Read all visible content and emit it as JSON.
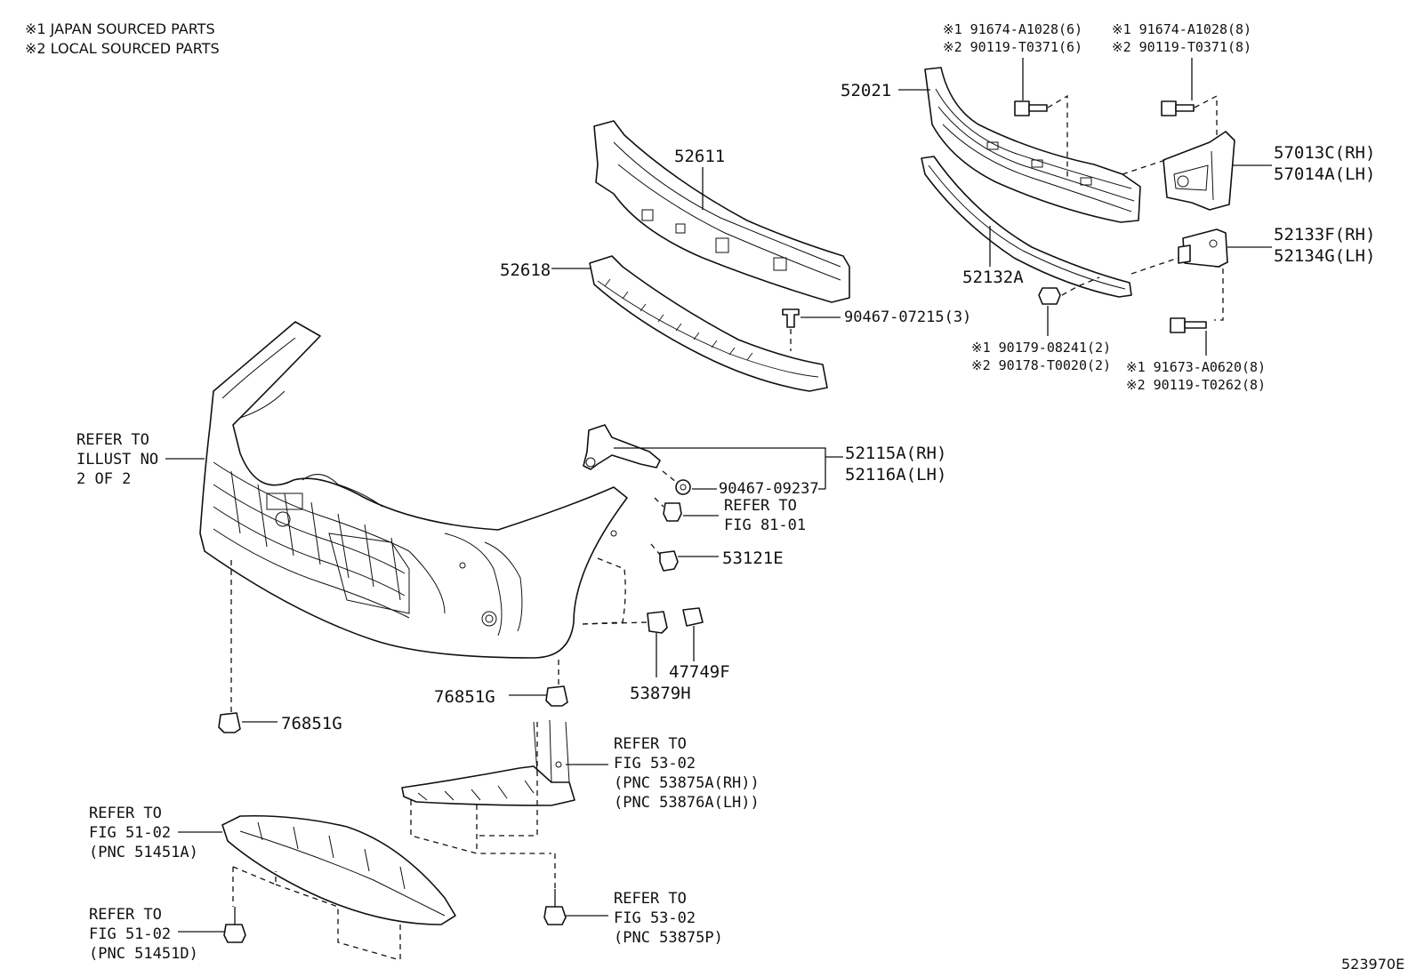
{
  "notes": {
    "japan": "※1 JAPAN SOURCED PARTS",
    "local": "※2 LOCAL SOURCED PARTS"
  },
  "illustration_id": "523970E",
  "labels": {
    "p52021": "52021",
    "p52611": "52611",
    "p52618": "52618",
    "p52132a": "52132A",
    "p57013c": "57013C(RH)",
    "p57014a": "57014A(LH)",
    "p52133f": "52133F(RH)",
    "p52134g": "52134G(LH)",
    "p52115a": "52115A(RH)",
    "p52116a": "52116A(LH)",
    "p53121e": "53121E",
    "p47749f": "47749F",
    "p53879h": "53879H",
    "p76851g_a": "76851G",
    "p76851g_b": "76851G",
    "p90467_07215": "90467-07215(3)",
    "p90467_09237": "90467-09237",
    "bolt_a1": "※1 91674-A1028(6)",
    "bolt_a2": "※2 90119-T0371(6)",
    "bolt_b1": "※1 91674-A1028(8)",
    "bolt_b2": "※2 90119-T0371(8)",
    "nut_1": "※1 90179-08241(2)",
    "nut_2": "※2 90178-T0020(2)",
    "bolt_c1": "※1 91673-A0620(8)",
    "bolt_c2": "※2 90119-T0262(8)"
  },
  "refs": {
    "illust": [
      "REFER TO",
      "ILLUST NO",
      "2 OF 2"
    ],
    "fig8101": [
      "REFER TO",
      "FIG 81-01"
    ],
    "fig5302a": [
      "REFER TO",
      "FIG 53-02",
      "(PNC 53875A(RH))",
      "(PNC 53876A(LH))"
    ],
    "fig5102a": [
      "REFER TO",
      "FIG 51-02",
      "(PNC 51451A)"
    ],
    "fig5102d": [
      "REFER TO",
      "FIG 51-02",
      "(PNC 51451D)"
    ],
    "fig5302p": [
      "REFER TO",
      "FIG 53-02",
      "(PNC 53875P)"
    ]
  }
}
